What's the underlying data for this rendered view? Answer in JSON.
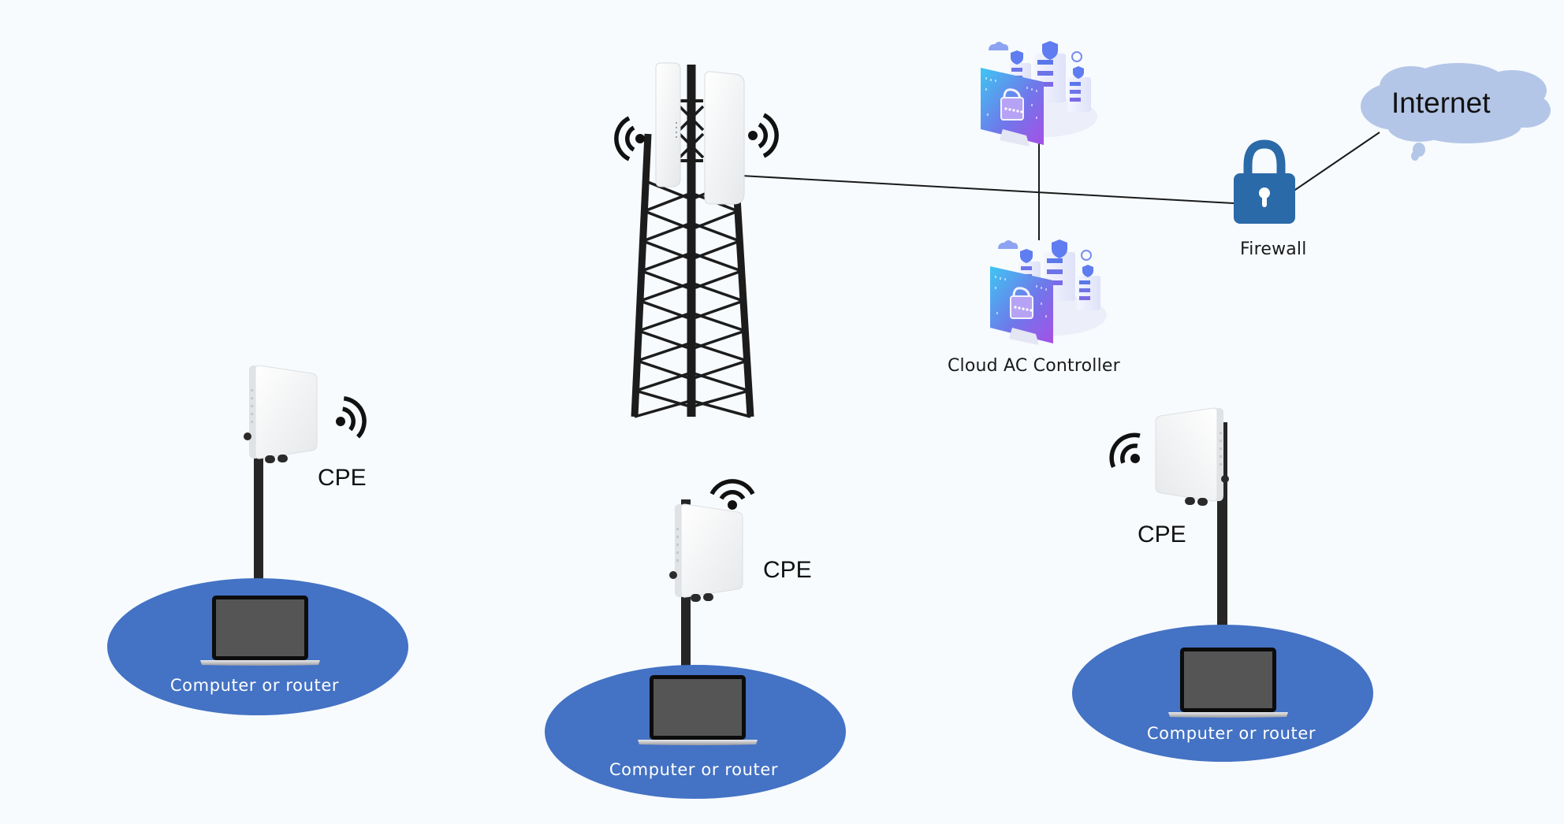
{
  "diagram": {
    "title": "Outdoor wireless CPE network topology",
    "colors": {
      "background": "#f7fbfe",
      "client_ellipse": "#4472c4",
      "cloud": "#b4c6e7",
      "firewall": "#2a6aa8",
      "line": "#1a1a1a",
      "tower": "#1c1c1c"
    },
    "nodes": {
      "internet": {
        "label": "Internet",
        "icon": "cloud-icon"
      },
      "firewall": {
        "label": "Firewall",
        "icon": "lock-icon"
      },
      "controller": {
        "label": "Cloud AC Controller",
        "icon": "server-cluster-icon"
      },
      "controller_secondary": {
        "icon": "server-cluster-icon"
      },
      "base_station": {
        "icon": "cell-tower-icon",
        "antennas": 2
      },
      "cpes": [
        {
          "label": "CPE",
          "client_label": "Computer or router",
          "icon": "cpe-antenna-icon"
        },
        {
          "label": "CPE",
          "client_label": "Computer or router",
          "icon": "cpe-antenna-icon"
        },
        {
          "label": "CPE",
          "client_label": "Computer or router",
          "icon": "cpe-antenna-icon"
        }
      ]
    },
    "links": [
      {
        "from": "base_station",
        "to": "firewall",
        "type": "wired"
      },
      {
        "from": "firewall",
        "to": "internet",
        "type": "wired"
      },
      {
        "from": "controller",
        "to": "controller_secondary",
        "type": "wired"
      },
      {
        "from": "base_station",
        "to": "cpes",
        "type": "wireless"
      }
    ]
  }
}
